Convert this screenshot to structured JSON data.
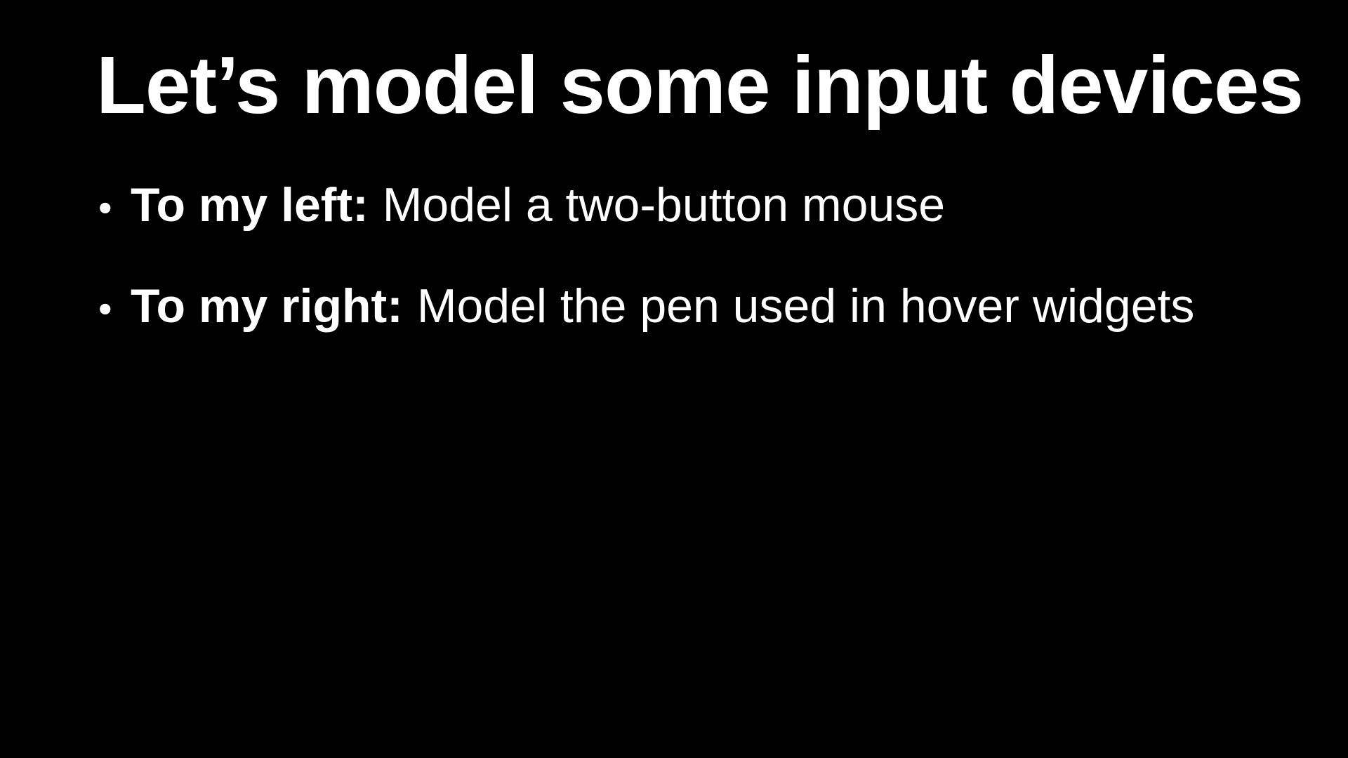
{
  "slide": {
    "title": "Let’s model some input devices",
    "bullet_glyph": "•",
    "bullets": [
      {
        "lead": "To my left:",
        "text": "Model a two-button mouse"
      },
      {
        "lead": "To my right:",
        "text": "Model the pen used in hover widgets"
      }
    ]
  },
  "colors": {
    "background": "#000000",
    "text": "#ffffff"
  }
}
